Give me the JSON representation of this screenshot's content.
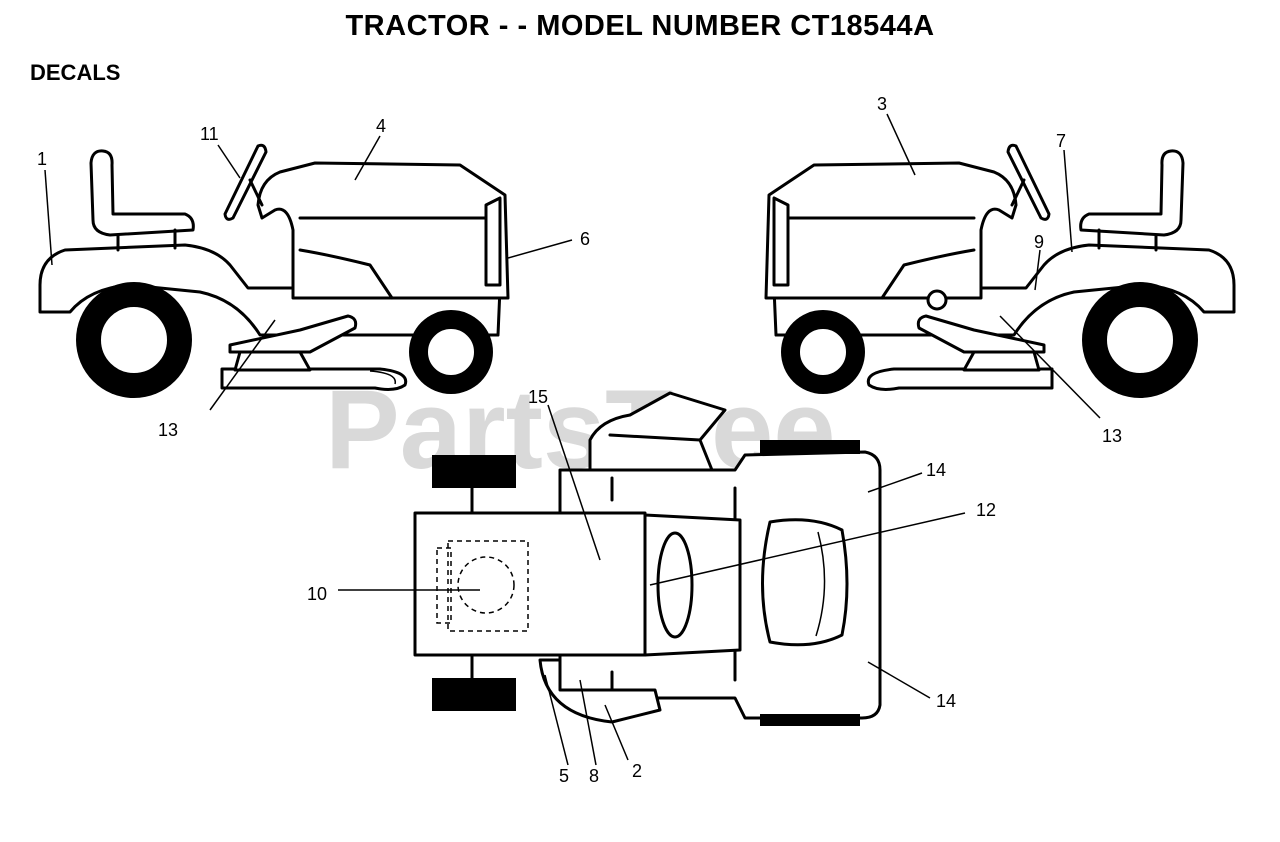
{
  "header": {
    "title": "TRACTOR - - MODEL NUMBER CT18544A",
    "subtitle": "DECALS"
  },
  "watermark": {
    "text": "PartsTree",
    "trademark": "TM"
  },
  "callouts": {
    "c1": "1",
    "c2": "2",
    "c3": "3",
    "c4": "4",
    "c5": "5",
    "c6": "6",
    "c7": "7",
    "c8": "8",
    "c9": "9",
    "c10": "10",
    "c11": "11",
    "c12": "12",
    "c13_left": "13",
    "c13_right": "13",
    "c14_top": "14",
    "c14_bottom": "14",
    "c15": "15"
  }
}
